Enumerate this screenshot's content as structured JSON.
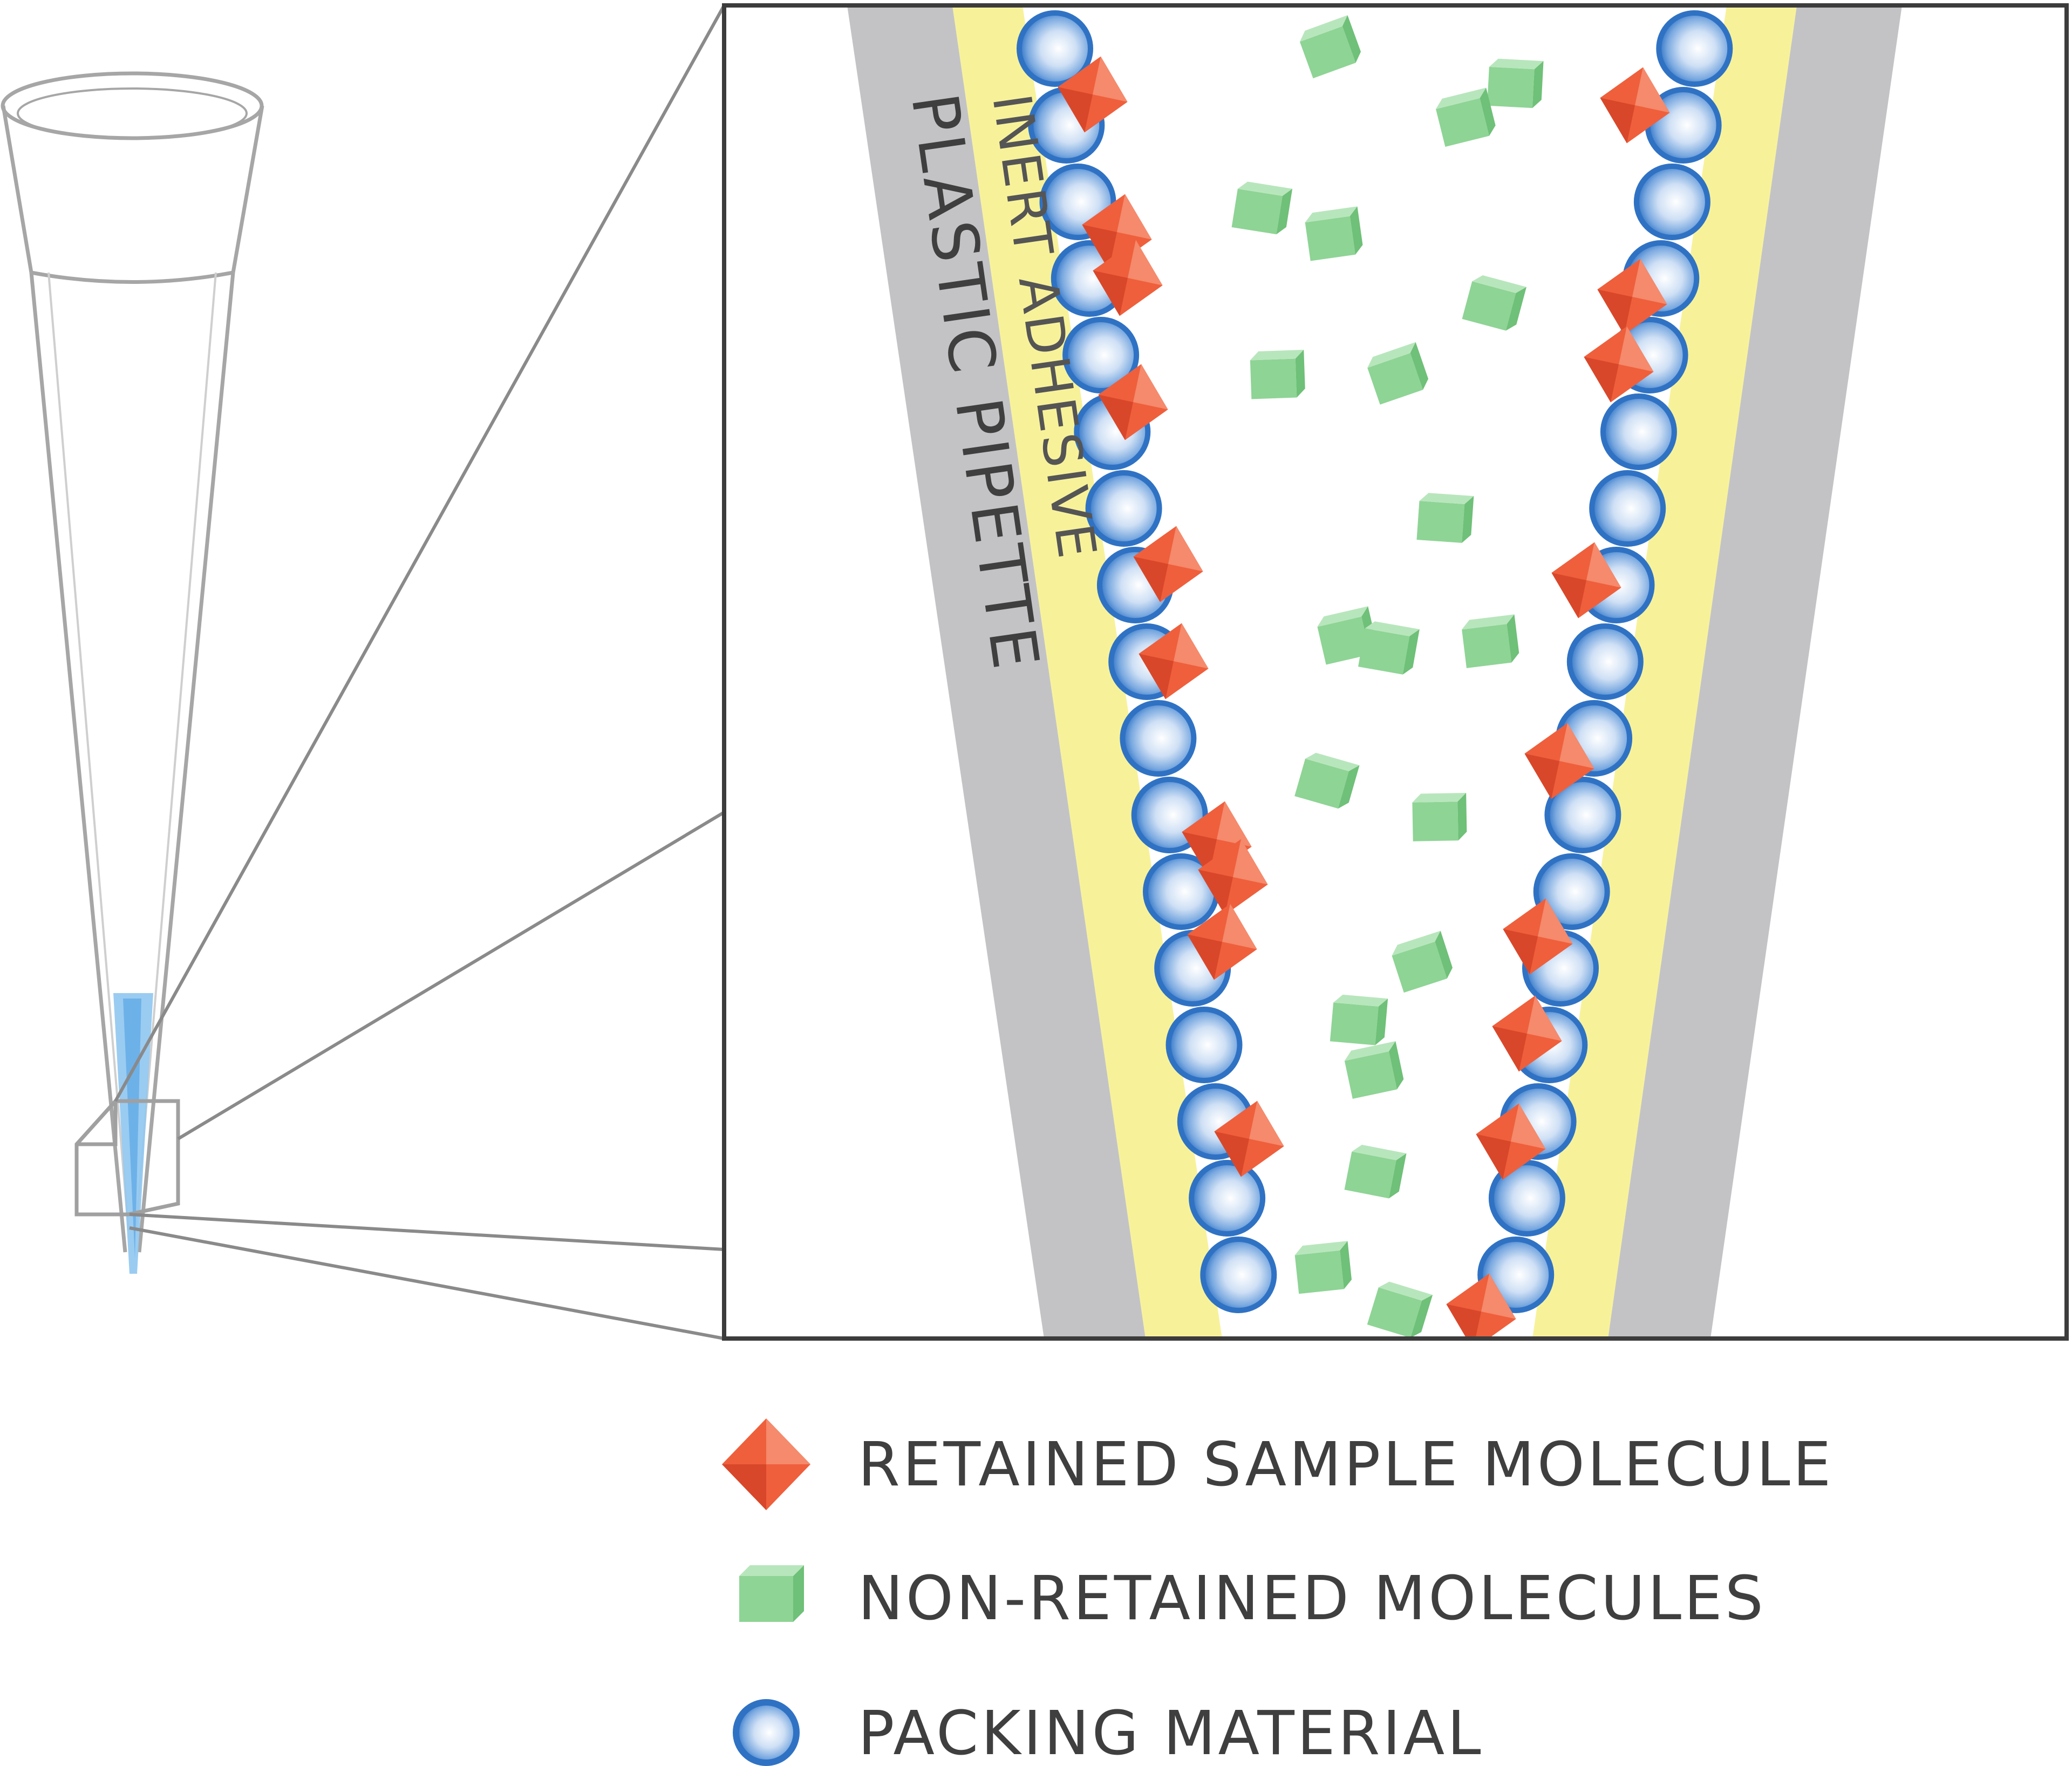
{
  "labels": {
    "plastic_pipette": "PLASTIC PIPETTE",
    "inert_adhesive": "INERT ADHESIVE"
  },
  "legend": [
    {
      "key": "retained",
      "text": "RETAINED SAMPLE MOLECULE"
    },
    {
      "key": "non_retained",
      "text": "NON-RETAINED MOLECULES"
    },
    {
      "key": "packing",
      "text": "PACKING MATERIAL"
    }
  ],
  "colors": {
    "pipette_wall": "#c3c3c6",
    "adhesive": "#f7f29a",
    "packing_fill": "#9fc3ec",
    "packing_ring": "#2f72c4",
    "retained": "#ef5f3c",
    "non_retained": "#8ed495",
    "liquid": "#8fc7ef",
    "outline": "#9a9a9a",
    "frame": "#3c3c3c"
  },
  "icons": {
    "retained": "diamond-icon",
    "non_retained": "cube-icon",
    "packing": "bead-icon"
  }
}
